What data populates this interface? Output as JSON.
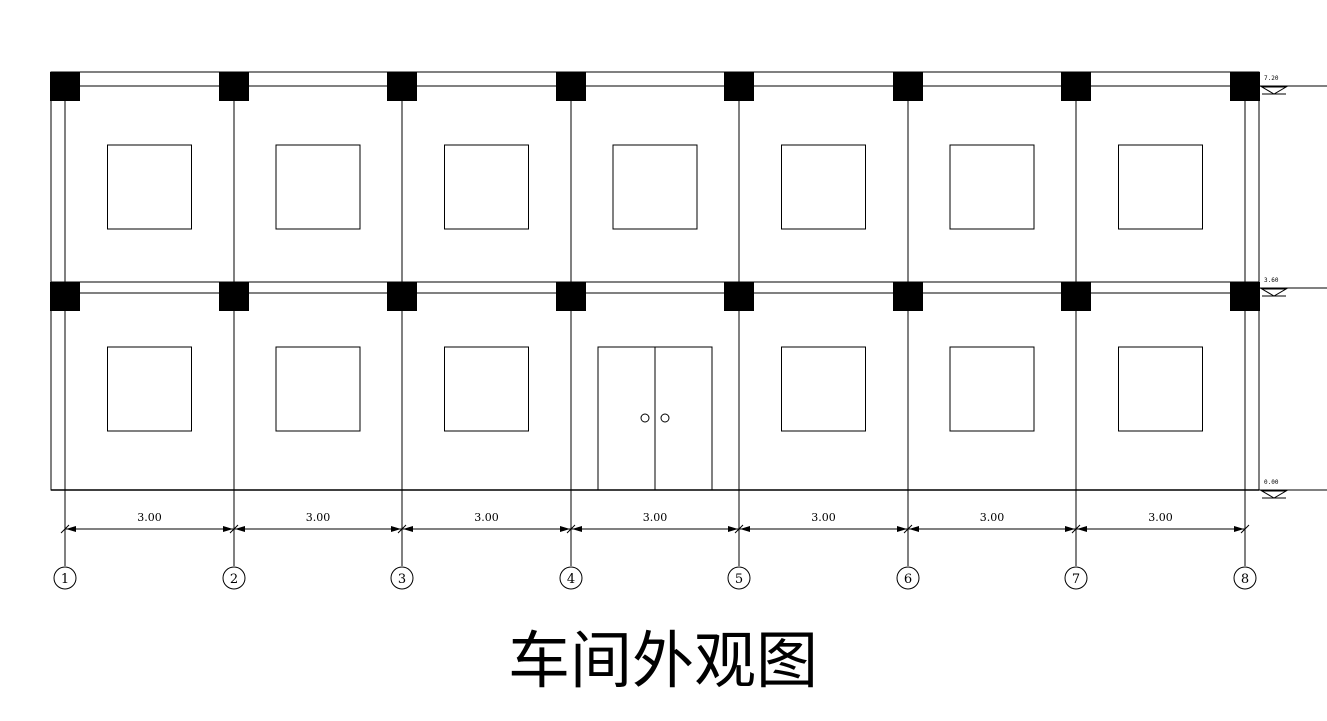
{
  "drawing": {
    "title": "车间外观图",
    "bay_dimension_labels": [
      "3.00",
      "3.00",
      "3.00",
      "3.00",
      "3.00",
      "3.00",
      "3.00"
    ],
    "axis_labels": [
      "1",
      "2",
      "3",
      "4",
      "5",
      "6",
      "7",
      "8"
    ],
    "elevation_labels": [
      "7.20",
      "3.60",
      "0.00"
    ],
    "colors": {
      "line": "#000000",
      "background": "#ffffff"
    }
  }
}
